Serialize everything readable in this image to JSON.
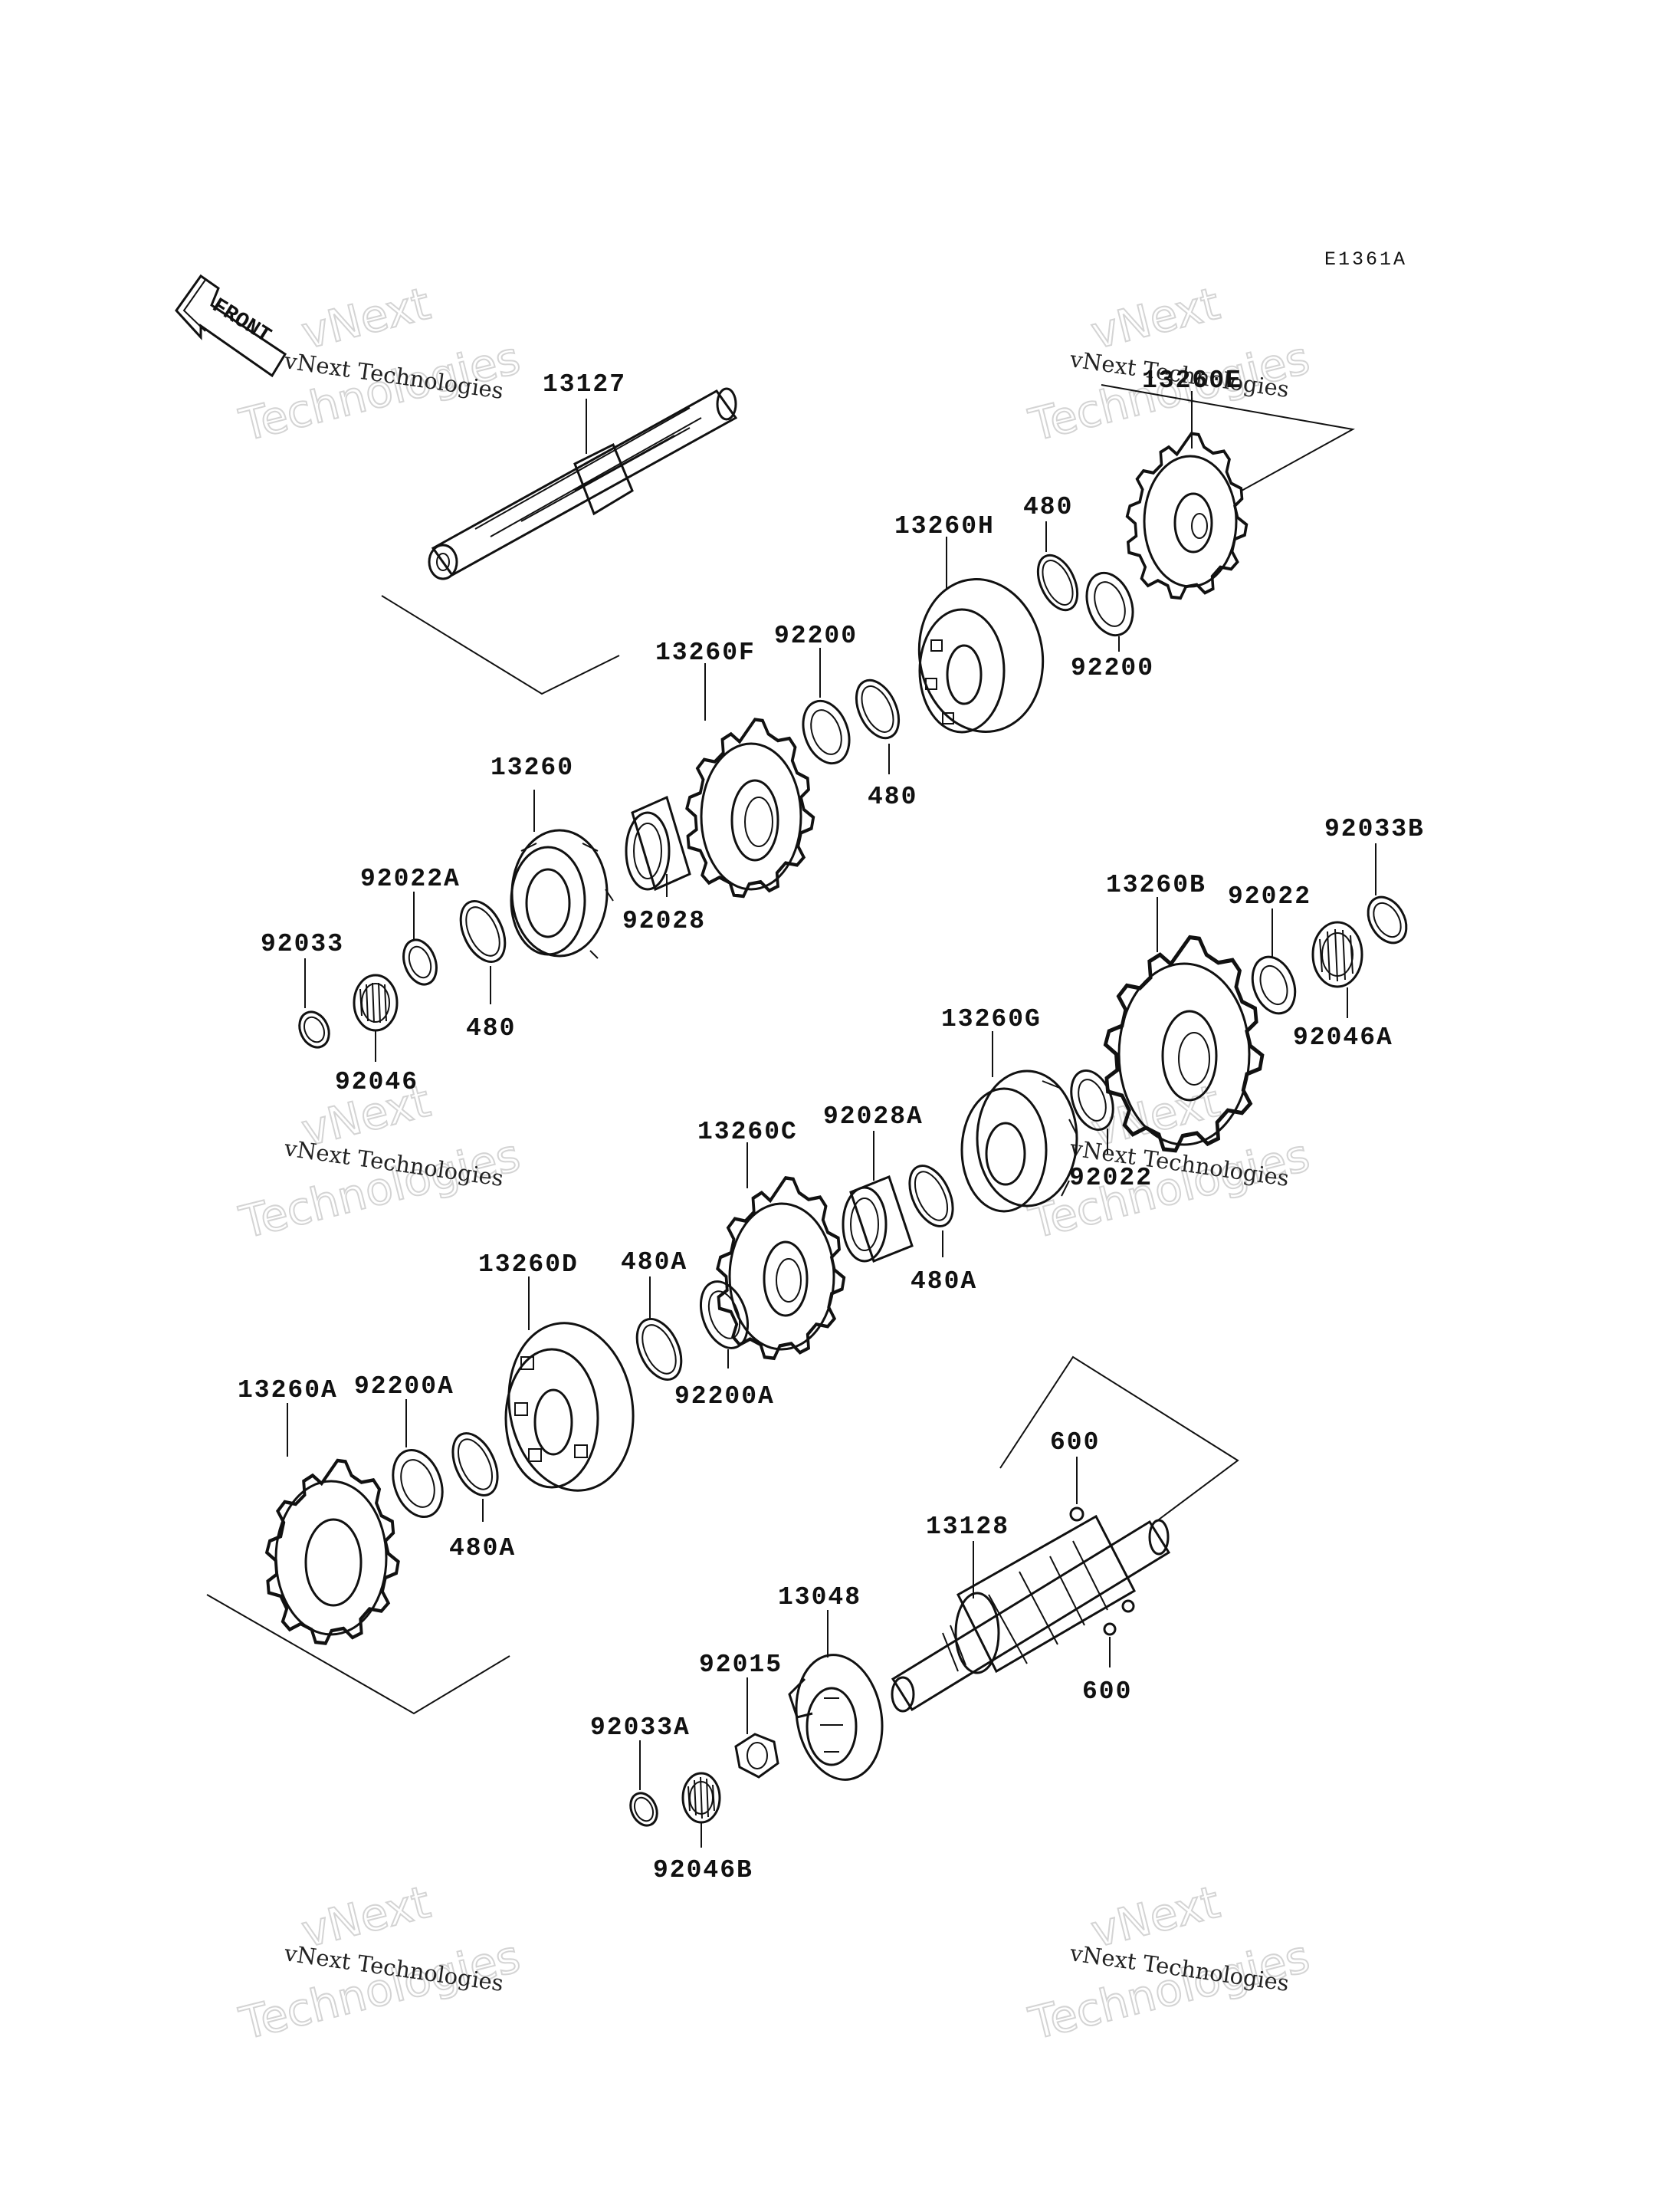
{
  "diagram_code": "E1361A",
  "front_label": "FRONT",
  "watermark": {
    "line1": "vNext Technologies",
    "line2": "vNext",
    "line3": "Technologies"
  },
  "parts": [
    {
      "id": "13127",
      "label": "13127"
    },
    {
      "id": "13260E",
      "label": "13260E"
    },
    {
      "id": "480-a",
      "label": "480"
    },
    {
      "id": "13260H",
      "label": "13260H"
    },
    {
      "id": "92200-a",
      "label": "92200"
    },
    {
      "id": "92200-b",
      "label": "92200"
    },
    {
      "id": "13260F",
      "label": "13260F"
    },
    {
      "id": "480-b",
      "label": "480"
    },
    {
      "id": "13260",
      "label": "13260"
    },
    {
      "id": "92028",
      "label": "92028"
    },
    {
      "id": "92022A",
      "label": "92022A"
    },
    {
      "id": "92033",
      "label": "92033"
    },
    {
      "id": "480-c",
      "label": "480"
    },
    {
      "id": "92046",
      "label": "92046"
    },
    {
      "id": "92033B",
      "label": "92033B"
    },
    {
      "id": "13260B",
      "label": "13260B"
    },
    {
      "id": "92022-a",
      "label": "92022"
    },
    {
      "id": "92046A",
      "label": "92046A"
    },
    {
      "id": "13260G",
      "label": "13260G"
    },
    {
      "id": "92028A",
      "label": "92028A"
    },
    {
      "id": "13260C",
      "label": "13260C"
    },
    {
      "id": "92022-b",
      "label": "92022"
    },
    {
      "id": "480A-a",
      "label": "480A"
    },
    {
      "id": "13260D",
      "label": "13260D"
    },
    {
      "id": "480A-b",
      "label": "480A"
    },
    {
      "id": "92200A-a",
      "label": "92200A"
    },
    {
      "id": "13260A",
      "label": "13260A"
    },
    {
      "id": "92200A-b",
      "label": "92200A"
    },
    {
      "id": "480A-c",
      "label": "480A"
    },
    {
      "id": "600-a",
      "label": "600"
    },
    {
      "id": "13128",
      "label": "13128"
    },
    {
      "id": "600-b",
      "label": "600"
    },
    {
      "id": "13048",
      "label": "13048"
    },
    {
      "id": "92015",
      "label": "92015"
    },
    {
      "id": "92033A",
      "label": "92033A"
    },
    {
      "id": "92046B",
      "label": "92046B"
    }
  ]
}
